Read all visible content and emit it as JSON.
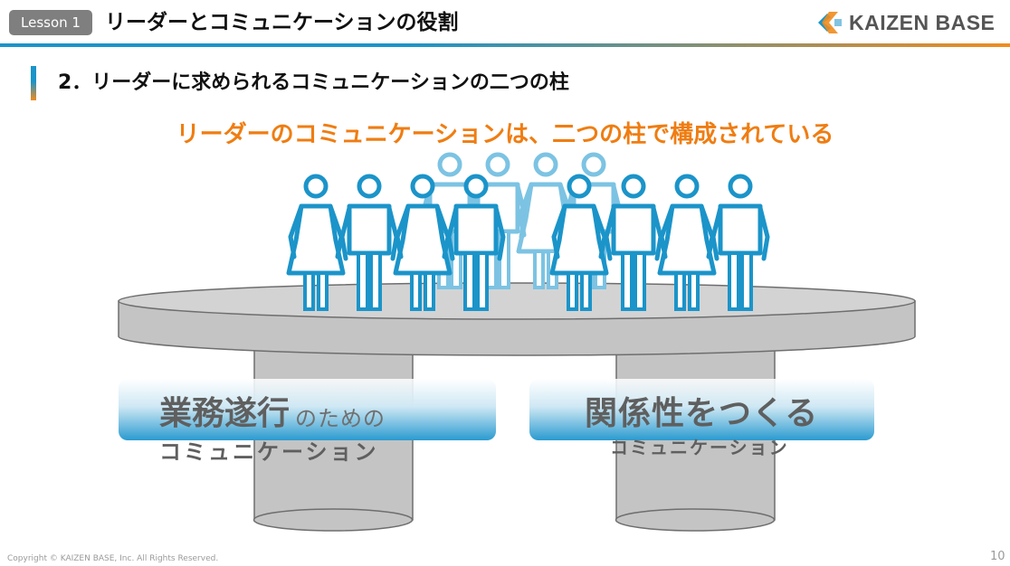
{
  "header": {
    "lesson_badge": "Lesson 1",
    "title": "リーダーとコミュニケーションの役割",
    "logo_text": "KAIZEN BASE"
  },
  "section": {
    "title": "2．リーダーに求められるコミュニケーションの二つの柱"
  },
  "subtitle": "リーダーのコミュニケーションは、二つの柱で構成されている",
  "pillars": [
    {
      "main": "業務遂行",
      "suffix": "のための",
      "bottom": "コミュニケーション"
    },
    {
      "main": "関係性をつくる",
      "bottom": "コミュニケーション"
    }
  ],
  "footer": {
    "copyright": "Copyright ©  KAIZEN BASE, Inc.  All Rights Reserved.",
    "page_number": "10"
  },
  "colors": {
    "accent_blue": "#1b94c9",
    "accent_orange": "#ef7d12",
    "people_front": "#1b94c9",
    "people_back": "#7cc3e3",
    "table_gray": "#c6c6c6"
  },
  "icons": {
    "logo": "kaizen-base-logo-icon",
    "people": "person-icon"
  }
}
